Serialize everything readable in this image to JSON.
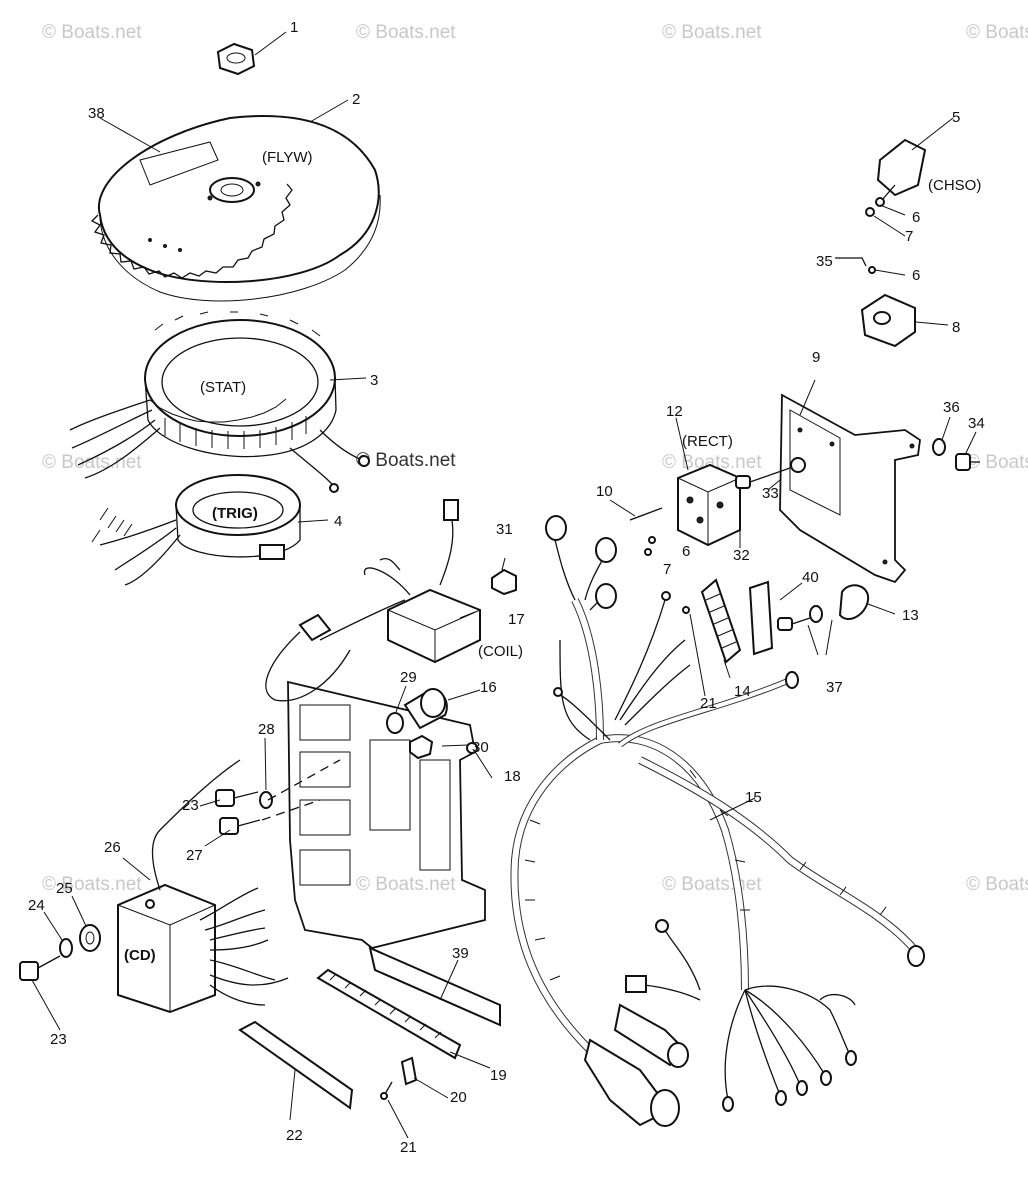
{
  "watermark": "© Boats.net",
  "parts": {
    "flywheel": "(FLYW)",
    "stator": "(STAT)",
    "trigger": "(TRIG)",
    "coil": "(COIL)",
    "rectifier": "(RECT)",
    "choke_solenoid": "(CHSO)",
    "cd_module": "(CD)"
  },
  "callouts": {
    "c1": "1",
    "c2": "2",
    "c3": "3",
    "c4": "4",
    "c5": "5",
    "c6a": "6",
    "c6b": "6",
    "c6c": "6",
    "c7a": "7",
    "c7b": "7",
    "c8": "8",
    "c9": "9",
    "c10": "10",
    "c12": "12",
    "c13": "13",
    "c14": "14",
    "c15": "15",
    "c16": "16",
    "c17": "17",
    "c18": "18",
    "c19": "19",
    "c20": "20",
    "c21a": "21",
    "c21b": "21",
    "c22": "22",
    "c23a": "23",
    "c23b": "23",
    "c24": "24",
    "c25": "25",
    "c26": "26",
    "c27": "27",
    "c28": "28",
    "c29": "29",
    "c30": "30",
    "c31": "31",
    "c32": "32",
    "c33": "33",
    "c34": "34",
    "c35": "35",
    "c36": "36",
    "c37": "37",
    "c38": "38",
    "c39": "39",
    "c40": "40"
  }
}
